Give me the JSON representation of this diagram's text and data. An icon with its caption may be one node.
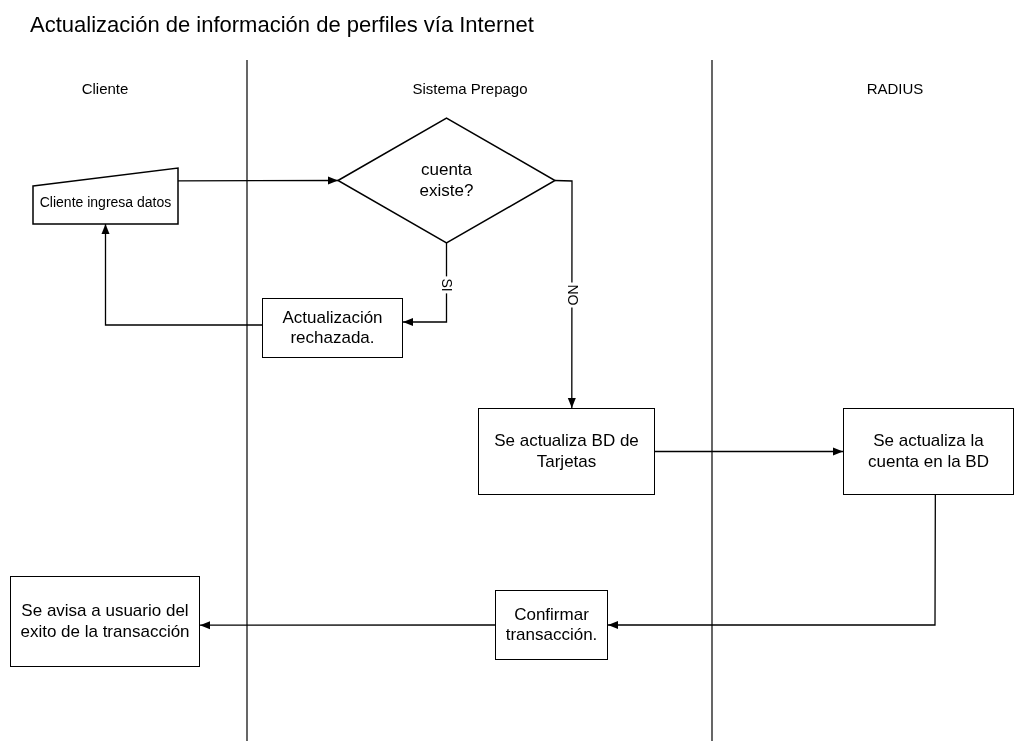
{
  "diagram": {
    "title": "Actualización de información de perfiles vía Internet",
    "nodes": [
      {
        "text": [
          "Cliente ingresa datos"
        ]
      },
      {
        "text": [
          "cuenta existe?"
        ]
      },
      {
        "text": [
          "Actualización rechazada."
        ]
      },
      {
        "text": [
          "Se actualiza BD de Tarjetas"
        ]
      },
      {
        "text": [
          "Se actualiza la cuenta en la BD"
        ]
      },
      {
        "text": [
          "Confirmar transacción."
        ]
      },
      {
        "text": [
          "Se avisa a usuario del exito de la transacción"
        ]
      }
    ],
    "edges": [
      {
        "from": 0,
        "to": 1,
        "arrow": "to"
      },
      {
        "from": 1,
        "to": 2,
        "arrow": "to",
        "label": "SI"
      },
      {
        "from": 2,
        "to": 0,
        "arrow": "to"
      },
      {
        "from": 1,
        "to": 3,
        "arrow": "to",
        "label": "NO"
      },
      {
        "from": 3,
        "to": 4,
        "arrow": "to"
      },
      {
        "from": 4,
        "to": 5,
        "arrow": "to"
      },
      {
        "from": 5,
        "to": 6,
        "arrow": "to"
      }
    ],
    "labels": [
      "Cliente",
      "Sistema Prepago",
      "RADIUS"
    ]
  }
}
